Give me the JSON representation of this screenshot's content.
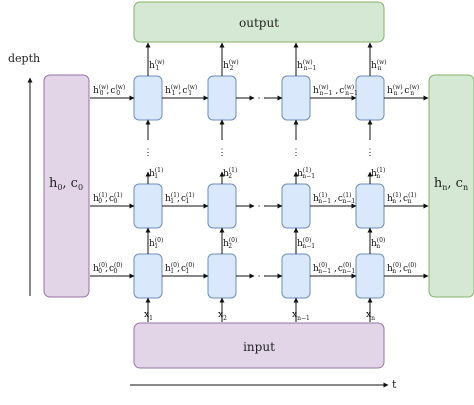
{
  "axes": {
    "depth_label": "depth",
    "time_label": "t"
  },
  "blocks": {
    "output_label": "output",
    "input_label": "input",
    "init_state": {
      "base1": "h",
      "sub1": "0",
      "sep": ", ",
      "base2": "c",
      "sub2": "0"
    },
    "final_state": {
      "base1": "h",
      "sub1": "n",
      "sep": ", ",
      "base2": "c",
      "sub2": "n"
    }
  },
  "ellipsis": {
    "horizontal": "· · ·",
    "vertical": "⋮"
  },
  "layer_superscripts": [
    "(0)",
    "(1)",
    "(w)"
  ],
  "time_subscripts": [
    "1",
    "2",
    "n−1",
    "n"
  ],
  "input_tokens": [
    {
      "base": "x",
      "sub": "1"
    },
    {
      "base": "x",
      "sub": "2"
    },
    {
      "base": "x",
      "sub": "n−1"
    },
    {
      "base": "x",
      "sub": "n"
    }
  ],
  "init_inputs": [
    {
      "sub": "0",
      "sup": "(0)"
    },
    {
      "sub": "0",
      "sup": "(1)"
    },
    {
      "sub": "0",
      "sup": "(w)"
    }
  ],
  "state_pair": {
    "h": "h",
    "c": "c",
    "sep": ","
  },
  "colors": {
    "cell_fill": "#dae8fc",
    "cell_stroke": "#6c8ebf",
    "input_fill": "#e1d5e7",
    "input_stroke": "#9673a6",
    "output_fill": "#d5e8d4",
    "output_stroke": "#82b366",
    "arrow": "#111111"
  }
}
